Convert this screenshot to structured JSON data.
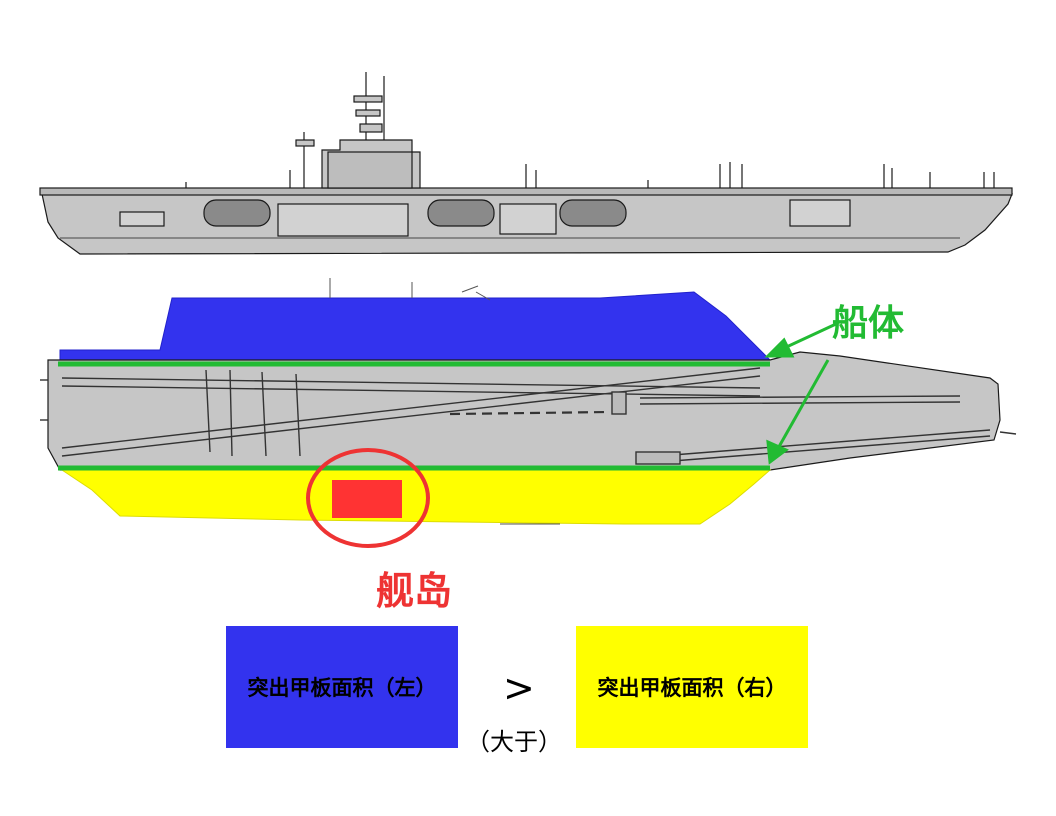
{
  "labels": {
    "hull": "船体",
    "island": "舰岛"
  },
  "comparison": {
    "left_box_text": "突出甲板面积（左）",
    "right_box_text": "突出甲板面积（右）",
    "operator": ">",
    "operator_caption": "（大于）"
  },
  "colors": {
    "left_sponson": "#3333ee",
    "right_sponson": "#ffff00",
    "hull_outline": "#22bb33",
    "island_marker": "#ff3333",
    "hull_label": "#22bb33",
    "island_label": "#ee3333",
    "deck_gray": "#c6c6c6",
    "outline": "#1a1a1a"
  },
  "icons": {
    "side_view": "aircraft-carrier-side-profile",
    "top_view": "aircraft-carrier-top-view"
  }
}
